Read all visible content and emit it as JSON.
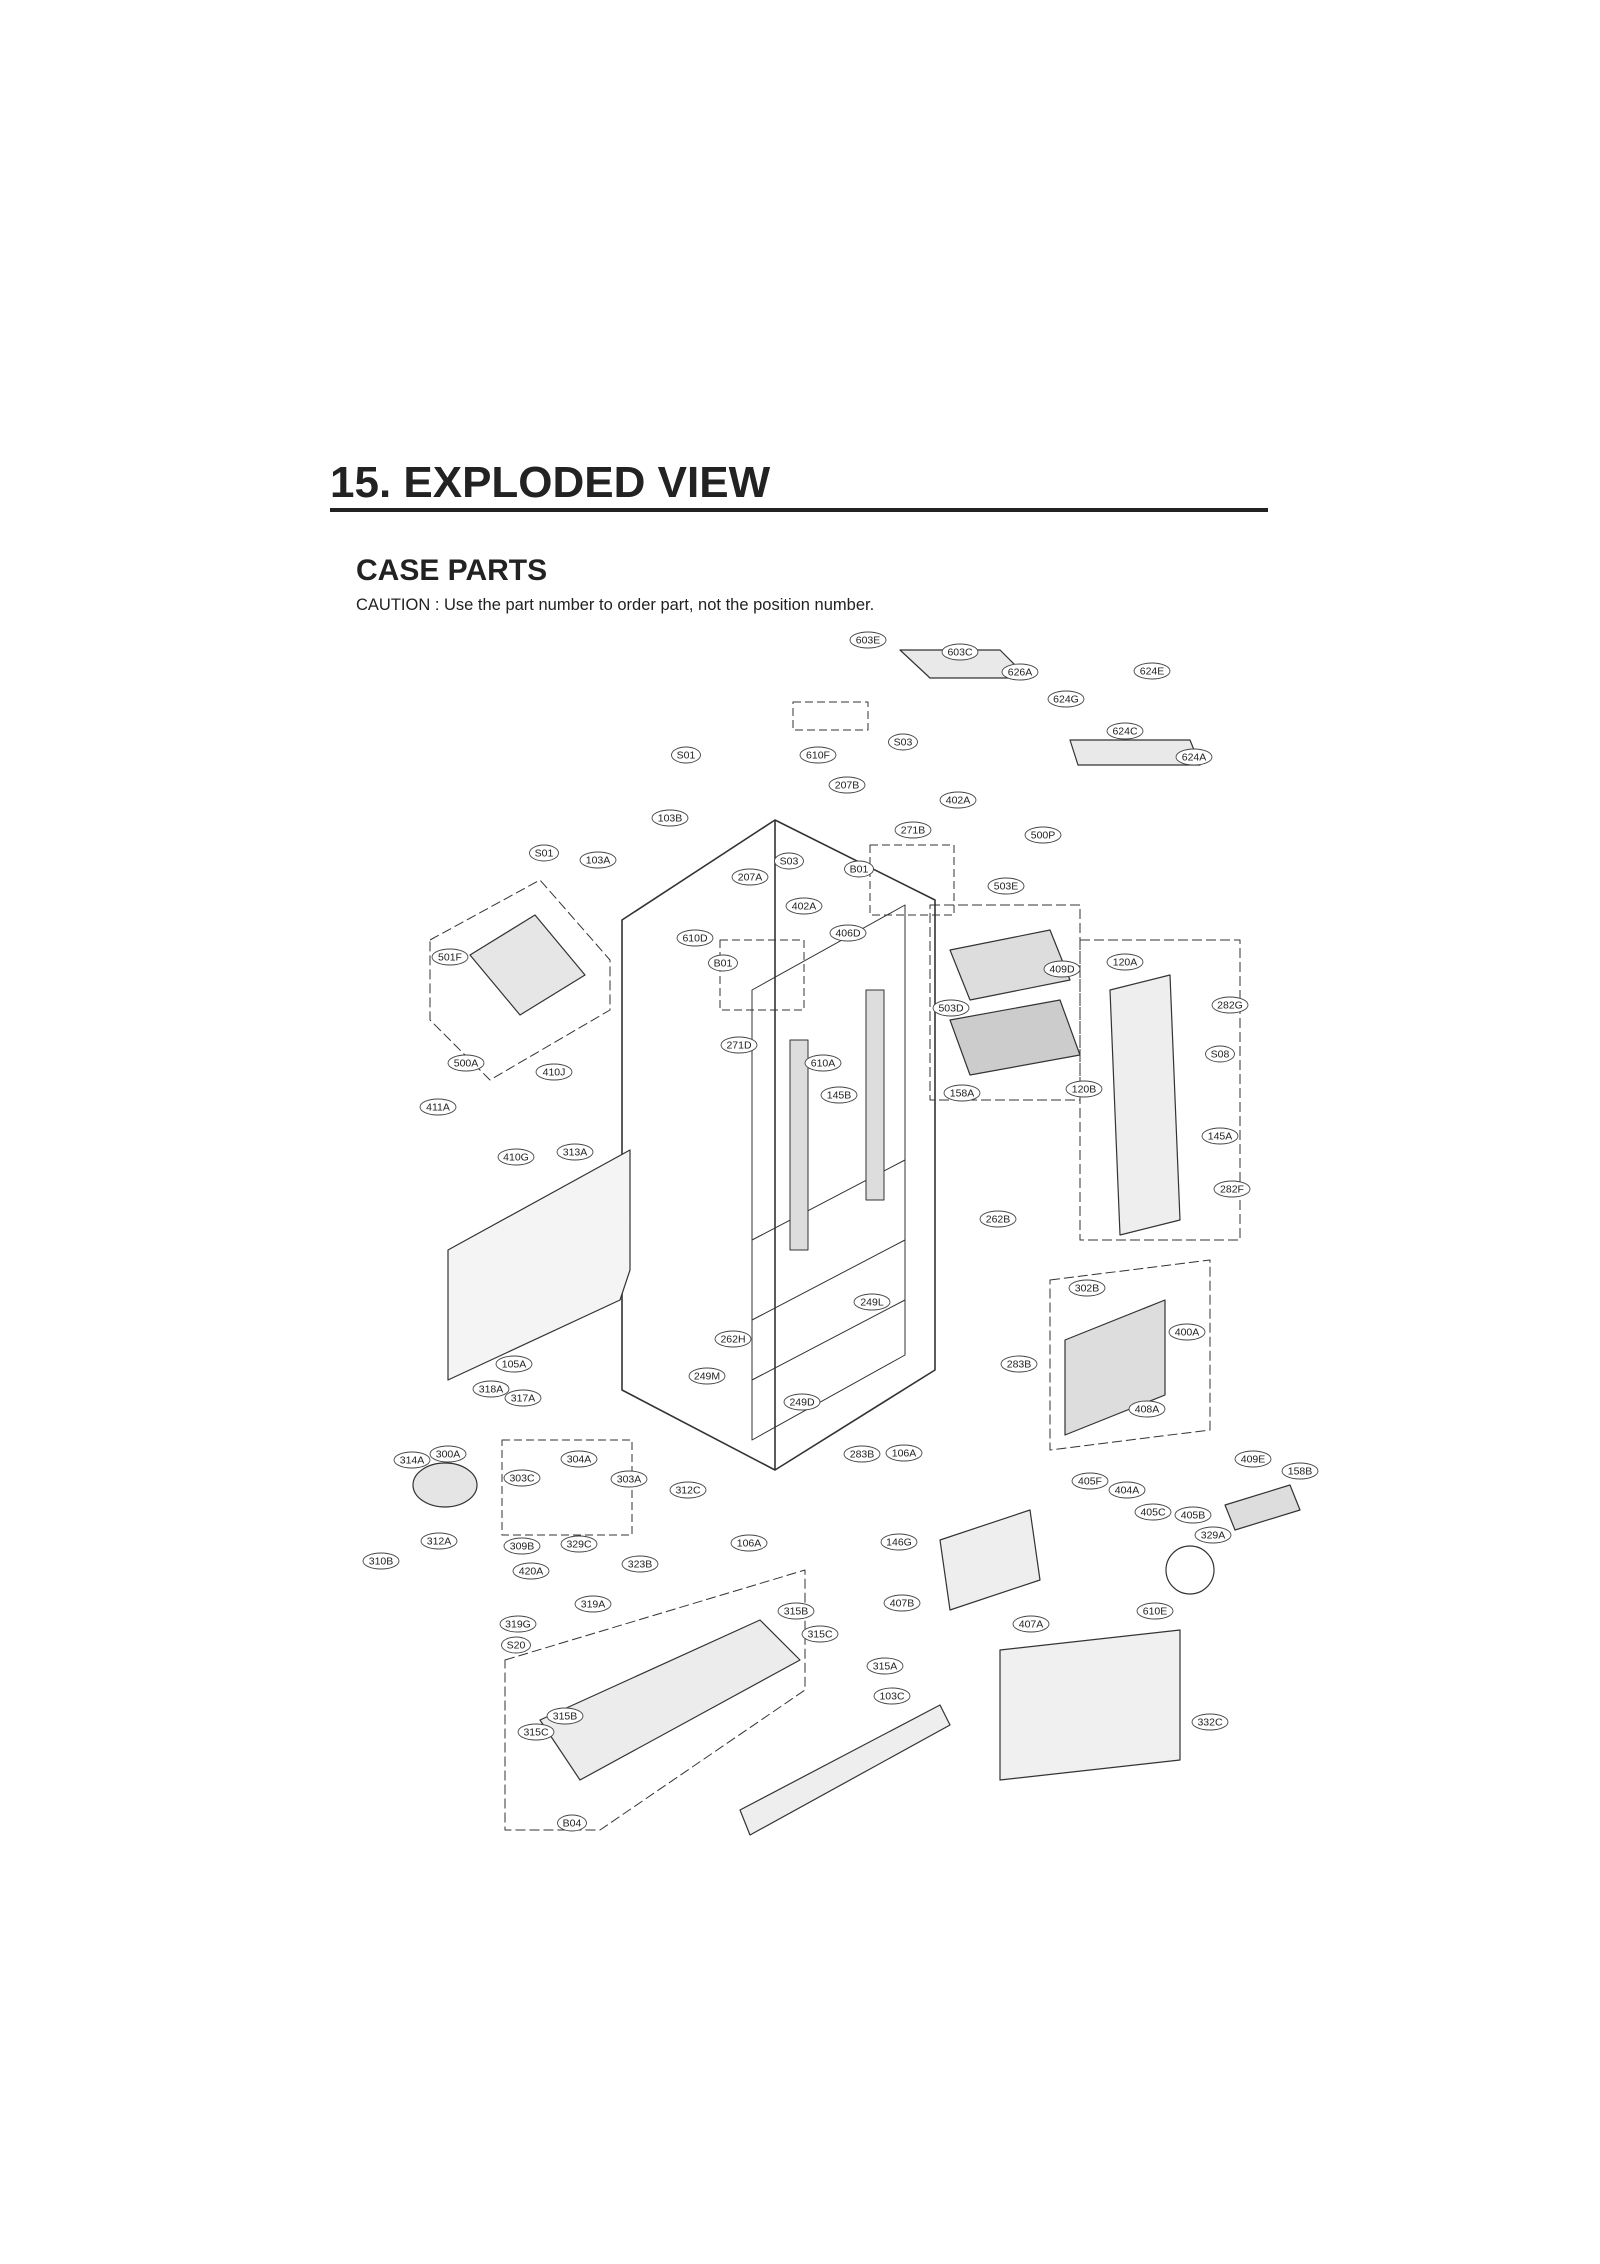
{
  "page": {
    "title": "15. EXPLODED VIEW",
    "section": "CASE PARTS",
    "caution": "CAUTION : Use the part number to order part, not the position number."
  },
  "part_labels": [
    "603E",
    "603C",
    "626A",
    "624E",
    "624G",
    "624C",
    "624A",
    "610F",
    "S03",
    "S01",
    "207B",
    "402A",
    "103B",
    "271B",
    "500P",
    "S01",
    "103A",
    "207A",
    "S03",
    "B01",
    "503E",
    "402A",
    "406D",
    "610D",
    "B01",
    "120A",
    "409D",
    "501F",
    "282G",
    "503D",
    "271D",
    "610A",
    "S08",
    "158A",
    "120B",
    "500A",
    "410J",
    "145B",
    "411A",
    "145A",
    "410G",
    "313A",
    "282F",
    "262B",
    "302B",
    "249L",
    "400A",
    "262H",
    "105A",
    "249M",
    "283B",
    "318A",
    "249D",
    "317A",
    "408A",
    "409E",
    "314A",
    "300A",
    "283B",
    "106A",
    "158B",
    "304A",
    "303C",
    "303A",
    "405F",
    "404A",
    "312C",
    "405C",
    "405B",
    "329A",
    "312A",
    "309B",
    "329C",
    "106A",
    "146G",
    "310B",
    "420A",
    "323B",
    "407B",
    "319A",
    "315B",
    "610E",
    "319G",
    "315C",
    "407A",
    "S20",
    "315A",
    "103C",
    "315B",
    "315C",
    "332C",
    "B04"
  ]
}
